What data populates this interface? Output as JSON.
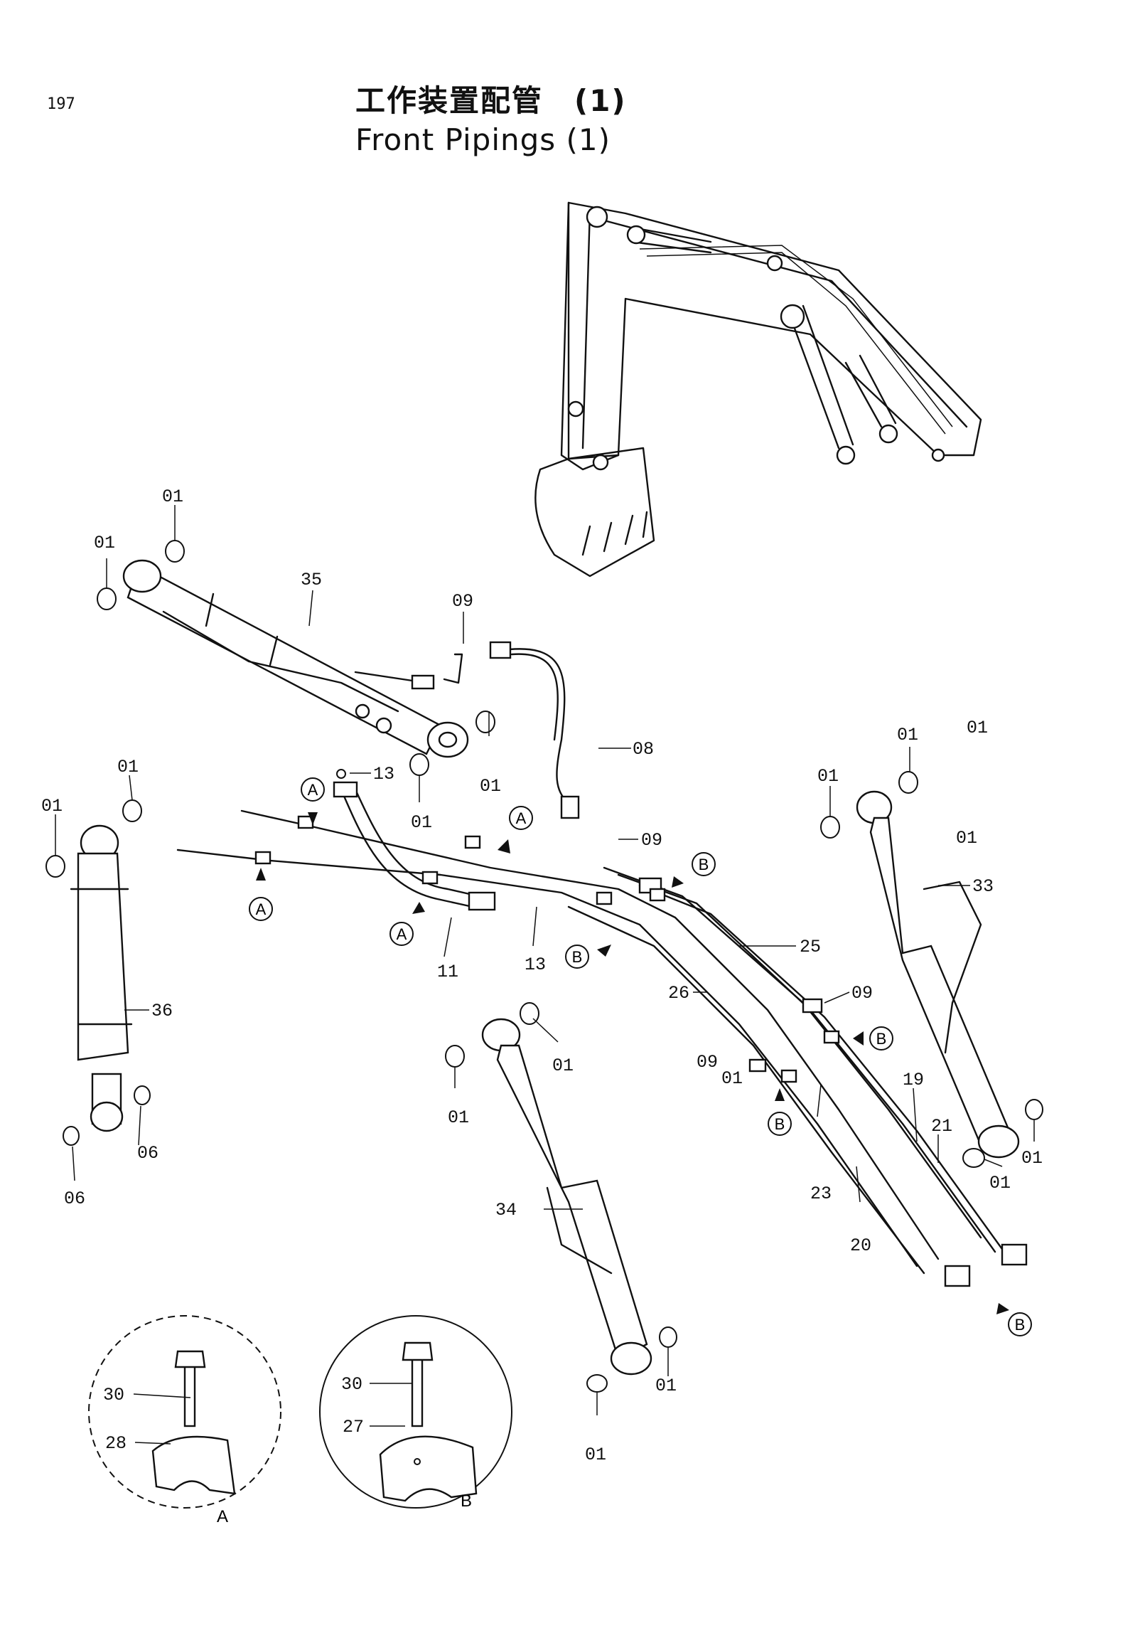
{
  "page_number": "197",
  "title_jp": "工作装置配管　(1)",
  "title_en": "Front Pipings (1)",
  "callouts": [
    {
      "id": "c1",
      "text": "01"
    },
    {
      "id": "c2",
      "text": "01"
    },
    {
      "id": "c3",
      "text": "35"
    },
    {
      "id": "c4",
      "text": "09"
    },
    {
      "id": "c5",
      "text": "08"
    },
    {
      "id": "c6",
      "text": "13"
    },
    {
      "id": "c7",
      "text": "01"
    },
    {
      "id": "c8",
      "text": "01"
    },
    {
      "id": "c9",
      "text": "01"
    },
    {
      "id": "c10",
      "text": "01"
    },
    {
      "id": "c11",
      "text": "09"
    },
    {
      "id": "c12",
      "text": "01"
    },
    {
      "id": "c13",
      "text": "01"
    },
    {
      "id": "c14",
      "text": "33"
    },
    {
      "id": "c15",
      "text": "25"
    },
    {
      "id": "c16",
      "text": "26"
    },
    {
      "id": "c17",
      "text": "09"
    },
    {
      "id": "c18",
      "text": "11"
    },
    {
      "id": "c19",
      "text": "13"
    },
    {
      "id": "c20",
      "text": "36"
    },
    {
      "id": "c21",
      "text": "01"
    },
    {
      "id": "c22",
      "text": "01"
    },
    {
      "id": "c23",
      "text": "09"
    },
    {
      "id": "c24",
      "text": "19"
    },
    {
      "id": "c25",
      "text": "21"
    },
    {
      "id": "c26",
      "text": "01"
    },
    {
      "id": "c27",
      "text": "01"
    },
    {
      "id": "c28",
      "text": "01"
    },
    {
      "id": "c29",
      "text": "06"
    },
    {
      "id": "c30",
      "text": "06"
    },
    {
      "id": "c31",
      "text": "23"
    },
    {
      "id": "c32",
      "text": "20"
    },
    {
      "id": "c33",
      "text": "34"
    },
    {
      "id": "c34",
      "text": "30"
    },
    {
      "id": "c35",
      "text": "28"
    },
    {
      "id": "c36",
      "text": "30"
    },
    {
      "id": "c37",
      "text": "27"
    },
    {
      "id": "c38",
      "text": "01"
    },
    {
      "id": "c39",
      "text": "01"
    },
    {
      "id": "c40",
      "text": "01"
    },
    {
      "id": "c41",
      "text": "01"
    }
  ],
  "detail_markers": [
    {
      "id": "m1",
      "text": "A"
    },
    {
      "id": "m2",
      "text": "A"
    },
    {
      "id": "m3",
      "text": "A"
    },
    {
      "id": "m4",
      "text": "A"
    },
    {
      "id": "m5",
      "text": "B"
    },
    {
      "id": "m6",
      "text": "B"
    },
    {
      "id": "m7",
      "text": "B"
    },
    {
      "id": "m8",
      "text": "B"
    },
    {
      "id": "m9",
      "text": "B"
    }
  ],
  "detail_views": [
    {
      "id": "dA",
      "label": "A"
    },
    {
      "id": "dB",
      "label": "B"
    }
  ]
}
